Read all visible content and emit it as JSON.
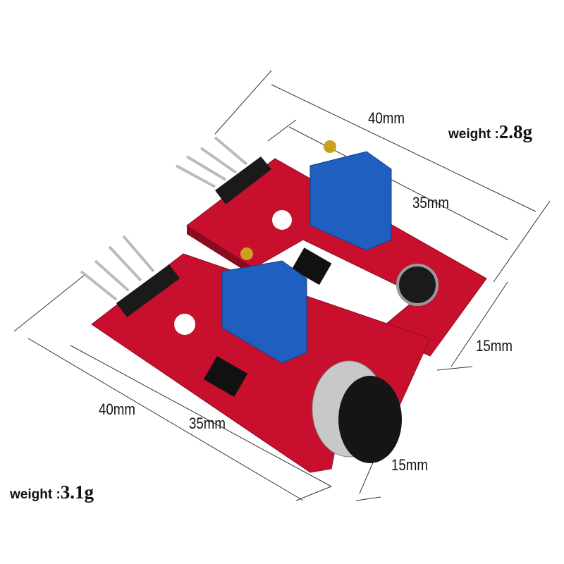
{
  "product": {
    "top_module": {
      "length": "40mm",
      "pcb_length": "35mm",
      "width": "15mm",
      "weight_label": "weight :",
      "weight_value": "2.8g"
    },
    "bottom_module": {
      "length": "40mm",
      "pcb_length": "35mm",
      "width": "15mm",
      "weight_label": "weight :",
      "weight_value": "3.1g"
    }
  },
  "colors": {
    "pcb": "#c8102e",
    "potentiometer": "#1f5fc0",
    "header": "#1a1a1a",
    "mic": "#b8b8b8"
  }
}
